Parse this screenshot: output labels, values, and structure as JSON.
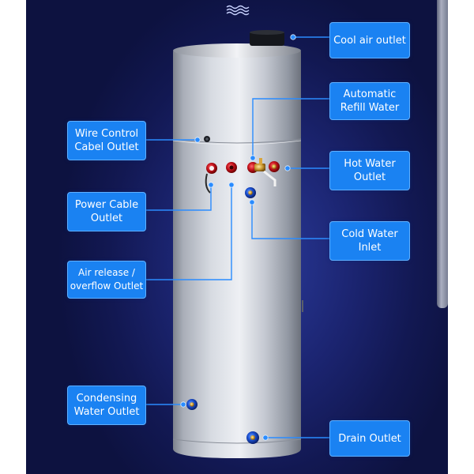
{
  "labels": {
    "cool_air_outlet": "Cool air outlet",
    "automatic_refill_water": [
      "Automatic",
      "Refill Water"
    ],
    "hot_water_outlet": [
      "Hot Water",
      "Outlet"
    ],
    "cold_water_inlet": [
      "Cold Water",
      "Inlet"
    ],
    "drain_outlet": "Drain Outlet",
    "wire_control_cable_outlet": [
      "Wire Control",
      "Cabel Outlet"
    ],
    "power_cable_outlet": [
      "Power Cable",
      "Outlet"
    ],
    "air_release_overflow_outlet": [
      "Air release /",
      "overflow Outlet"
    ],
    "condensing_water_outlet": [
      "Condensing",
      "Water Outlet"
    ]
  },
  "colors": {
    "label_fill": "#1a82f2",
    "leader_line": "#2a8cff",
    "background": "#141a5c",
    "steel": "#c9ced8",
    "red_port": "#c8141e",
    "blue_port": "#1a4fd0"
  }
}
